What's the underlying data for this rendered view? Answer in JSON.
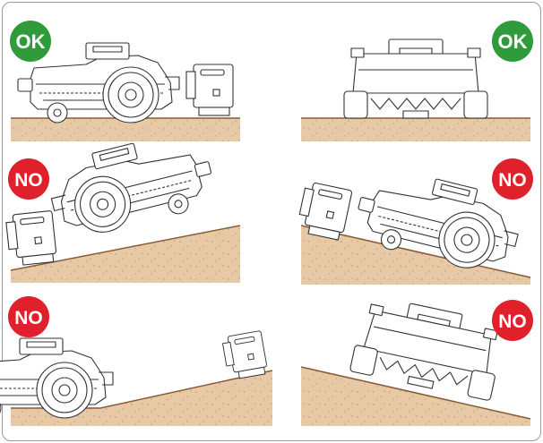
{
  "badges": {
    "panel_1": "OK",
    "panel_2": "OK",
    "panel_3": "NO",
    "panel_4": "NO",
    "panel_5": "NO",
    "panel_6": "NO"
  },
  "colors": {
    "ok": "#2f9b3a",
    "no": "#e0202a",
    "soil": "#e8c9a6",
    "soil_dot": "#c9a07a",
    "ground_line": "#8a5a36",
    "machine_line": "#333333"
  }
}
